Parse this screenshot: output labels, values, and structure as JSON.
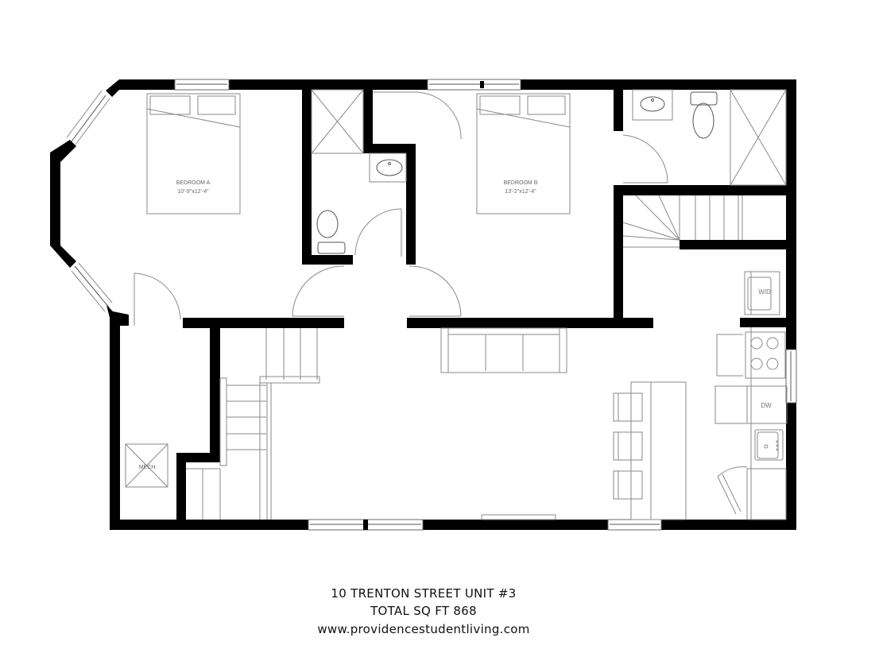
{
  "plan": {
    "rooms": {
      "bedroom_a": {
        "name": "BEDROOM A",
        "dims": "10'-9\"x12'-4\""
      },
      "bedroom_b": {
        "name": "BEDROOM B",
        "dims": "13'-2\"x12'-4\""
      },
      "mech": {
        "name": "MECH."
      }
    },
    "appliances": {
      "washer_dryer": "W/D",
      "dishwasher": "DW"
    },
    "colors": {
      "wall": "#000000",
      "fixture_line": "#8a8a8a",
      "background": "#ffffff"
    }
  },
  "caption": {
    "address": "10 TRENTON STREET UNIT #3",
    "area": "TOTAL SQ FT 868",
    "website": "www.providencestudentliving.com"
  }
}
